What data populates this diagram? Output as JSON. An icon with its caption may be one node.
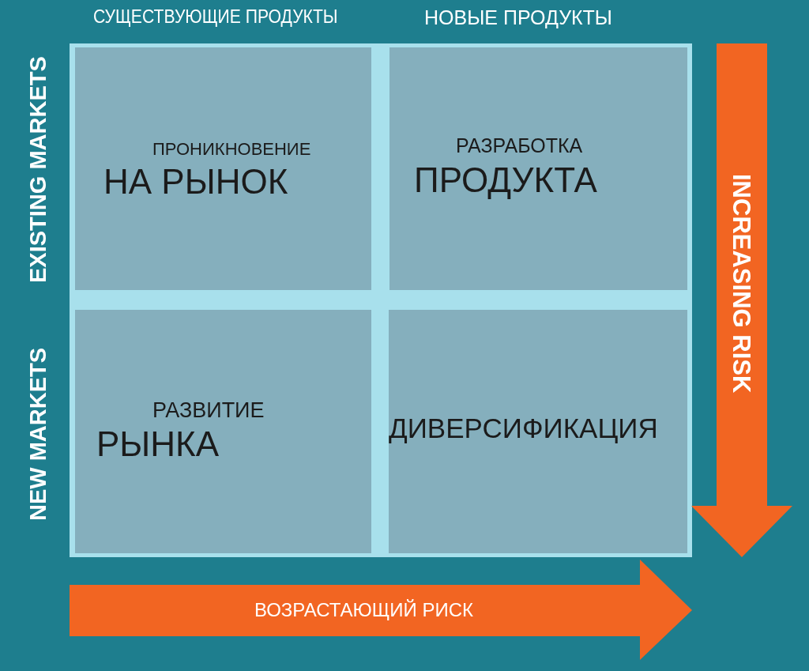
{
  "diagram": {
    "nodes": [
      {
        "text": [
          "ПРОНИКНОВЕНИЕ",
          "НА РЫНОК"
        ]
      },
      {
        "text": [
          "РАЗРАБОТКА",
          "ПРОДУКТА"
        ]
      },
      {
        "text": [
          "РАЗВИТИЕ",
          "РЫНКА"
        ]
      },
      {
        "text": [
          "ДИВЕРСИФИКАЦИЯ"
        ]
      },
      {
        "text": [
          "INCREASING RISK"
        ]
      },
      {
        "text": [
          "ВОЗРАСТАЮЩИЙ РИСК"
        ]
      }
    ],
    "edges": [],
    "labels": [
      "СУЩЕСТВУЮЩИЕ ПРОДУКТЫ",
      "НОВЫЕ ПРОДУКТЫ",
      "EXISTING MARKETS",
      "NEW MARKETS"
    ]
  }
}
